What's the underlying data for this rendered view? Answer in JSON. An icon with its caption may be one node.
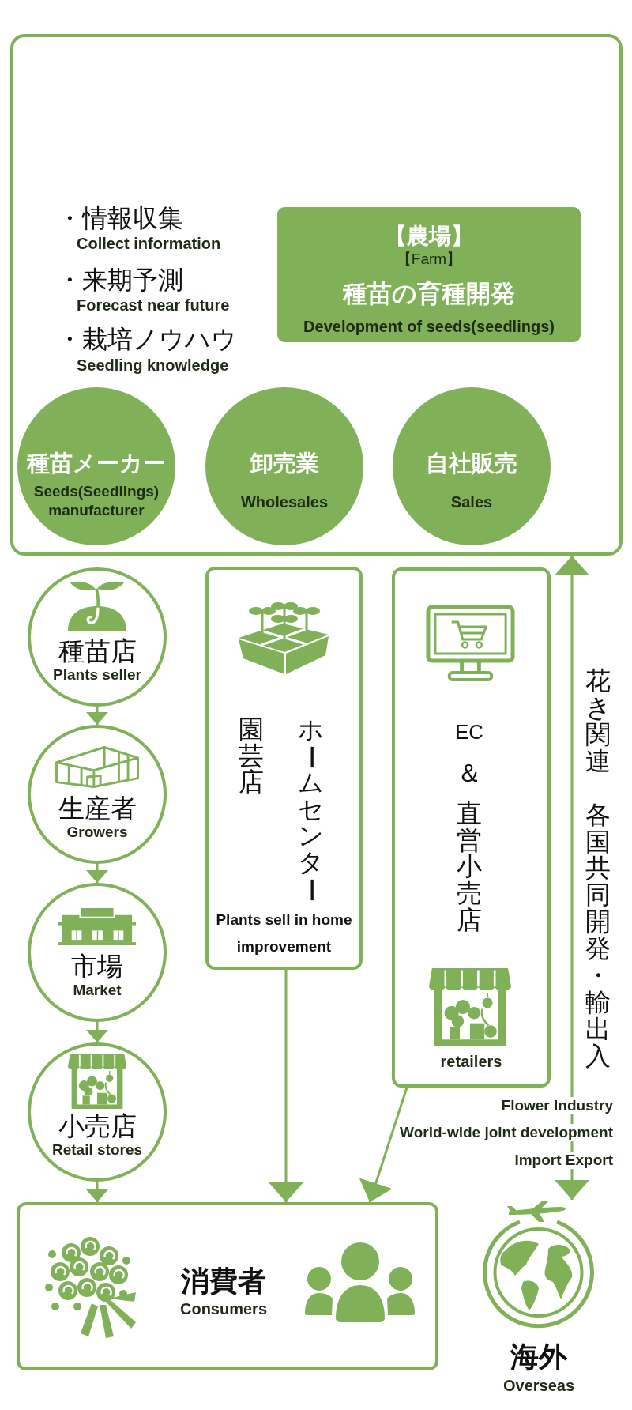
{
  "diagram": {
    "nodes": [
      {
        "text": [],
        "shape": "box"
      },
      {
        "text": [
          "【農場】",
          "【Farm】",
          "種苗の育種開発",
          "Development of seeds(seedlings)"
        ],
        "in": 0
      },
      {
        "text": [
          "種苗メーカー",
          "Seeds(Seedlings) manufacturer"
        ],
        "in": 0
      },
      {
        "text": [
          "卸売業",
          "Wholesales"
        ],
        "in": 0
      },
      {
        "text": [
          "自社販売",
          "Sales"
        ],
        "in": 0
      },
      {
        "text": [
          "種苗店",
          "Plants seller"
        ]
      },
      {
        "text": [
          "生産者",
          "Growers"
        ]
      },
      {
        "text": [
          "市場",
          "Market"
        ]
      },
      {
        "text": [
          "小売店",
          "Retail stores"
        ]
      },
      {
        "text": [
          "ホームセンター",
          "園芸店",
          "Plants sell in home improvement"
        ]
      },
      {
        "text": [
          "EC＆直営小売店",
          "retailers"
        ]
      },
      {
        "text": [
          "消費者",
          "Consumers"
        ]
      },
      {
        "text": [
          "海外",
          "Overseas"
        ]
      }
    ],
    "edges": [
      {
        "from": 5,
        "to": 6,
        "arrow": "to"
      },
      {
        "from": 6,
        "to": 7,
        "arrow": "to"
      },
      {
        "from": 7,
        "to": 8,
        "arrow": "to"
      },
      {
        "from": 8,
        "to": 11,
        "arrow": "to"
      },
      {
        "from": 9,
        "to": 11,
        "arrow": "to"
      },
      {
        "from": 10,
        "to": 11,
        "arrow": "to"
      },
      {
        "from": 0,
        "to": 12,
        "arrow": "both",
        "label": "花き関連各国共同開発・輸出入"
      }
    ],
    "labels": [
      "・情報収集",
      "Collect information",
      "・来期予測",
      "Forecast near future",
      "・栽培ノウハウ",
      "Seedling knowledge",
      "Flower Industry",
      "World-wide joint development",
      "Import Export"
    ]
  }
}
